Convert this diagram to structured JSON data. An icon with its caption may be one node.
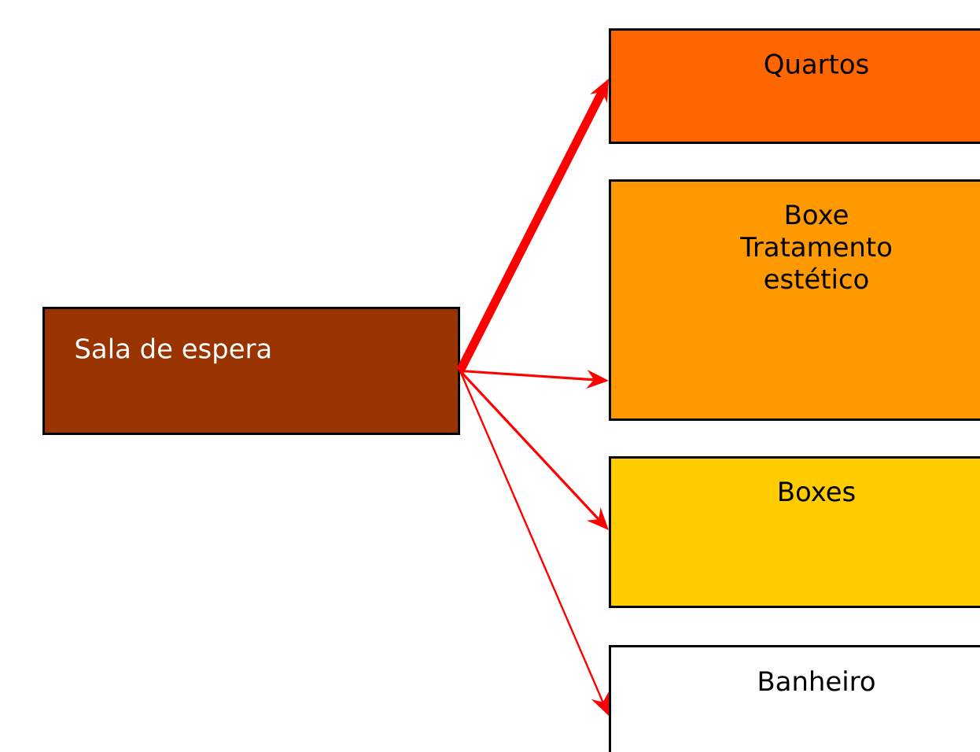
{
  "diagram": {
    "nodes": [
      {
        "text": [
          "Sala de espera"
        ]
      },
      {
        "text": [
          "Quartos"
        ]
      },
      {
        "text": [
          "Boxe Tratamento estético"
        ]
      },
      {
        "text": [
          "Boxes"
        ]
      },
      {
        "text": [
          "Banheiro"
        ]
      }
    ],
    "edges": [
      {
        "from": 0,
        "to": 1,
        "arrow": "to",
        "style": "thick"
      },
      {
        "from": 0,
        "to": 2,
        "arrow": "to"
      },
      {
        "from": 0,
        "to": 3,
        "arrow": "to"
      },
      {
        "from": 0,
        "to": 4,
        "arrow": "to"
      }
    ]
  }
}
